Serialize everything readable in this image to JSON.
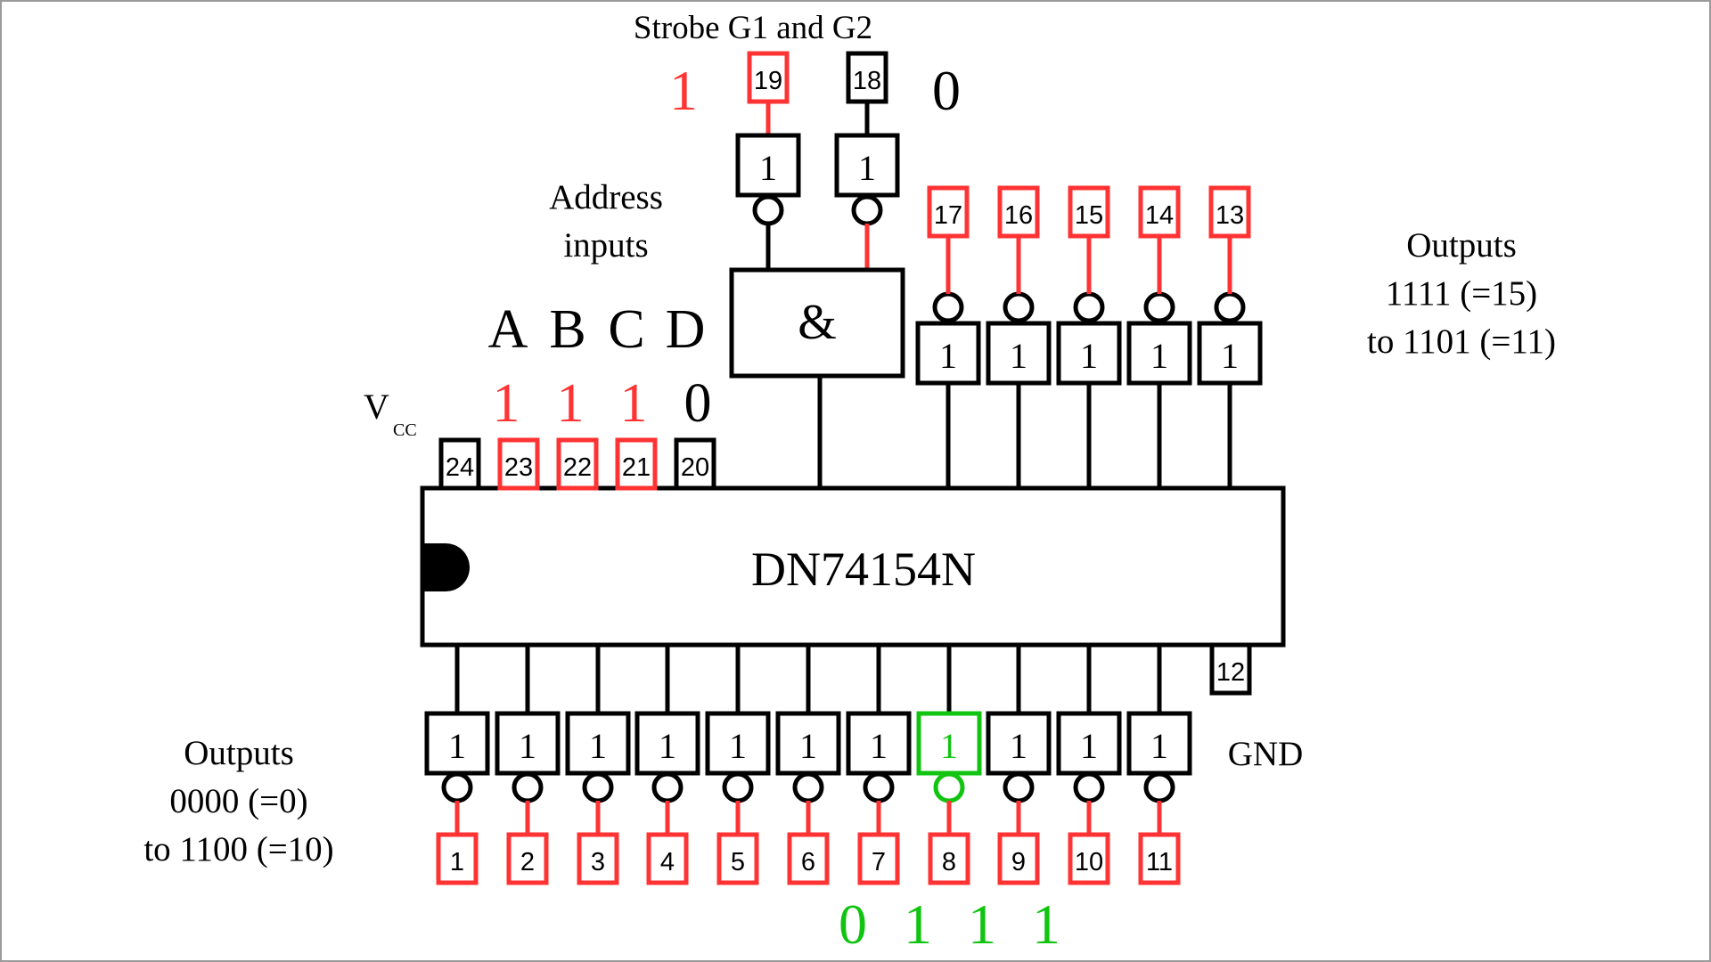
{
  "colors": {
    "active_red": "#ff3333",
    "selected_green": "#11c411",
    "line_black": "#000000",
    "frame_gray": "#9a9a9a"
  },
  "labels": {
    "strobe_title": "Strobe G1  and G2",
    "strobe_g1_value": "1",
    "strobe_g2_value": "0",
    "address_line1": "Address",
    "address_line2": "inputs",
    "address_letters": [
      "A",
      "B",
      "C",
      "D"
    ],
    "address_values": [
      "1",
      "1",
      "1",
      "0"
    ],
    "vcc_main": "V",
    "vcc_sub": "CC",
    "gnd": "GND",
    "chip_name": "DN74154N",
    "and_symbol": "&",
    "not_symbol": "1",
    "outputs_right": [
      "Outputs",
      "1111 (=15)",
      "to 1101 (=11)"
    ],
    "outputs_left": [
      "Outputs",
      "0000 (=0)",
      "to 1100 (=10)"
    ],
    "selected_output_code": [
      "0",
      "1",
      "1",
      "1"
    ]
  },
  "pins": {
    "strobe": [
      {
        "number": "19",
        "active": true
      },
      {
        "number": "18",
        "active": false
      }
    ],
    "top_row": [
      {
        "number": "24",
        "active": false,
        "role": "vcc"
      },
      {
        "number": "23",
        "active": true,
        "role": "address-a"
      },
      {
        "number": "22",
        "active": true,
        "role": "address-b"
      },
      {
        "number": "21",
        "active": true,
        "role": "address-c"
      },
      {
        "number": "20",
        "active": false,
        "role": "address-d"
      }
    ],
    "top_outputs": [
      {
        "number": "17",
        "active": true
      },
      {
        "number": "16",
        "active": true
      },
      {
        "number": "15",
        "active": true
      },
      {
        "number": "14",
        "active": true
      },
      {
        "number": "13",
        "active": true
      }
    ],
    "bottom_outputs": [
      {
        "number": "1",
        "active": true,
        "selected": false
      },
      {
        "number": "2",
        "active": true,
        "selected": false
      },
      {
        "number": "3",
        "active": true,
        "selected": false
      },
      {
        "number": "4",
        "active": true,
        "selected": false
      },
      {
        "number": "5",
        "active": true,
        "selected": false
      },
      {
        "number": "6",
        "active": true,
        "selected": false
      },
      {
        "number": "7",
        "active": true,
        "selected": false
      },
      {
        "number": "8",
        "active": true,
        "selected": true
      },
      {
        "number": "9",
        "active": true,
        "selected": false
      },
      {
        "number": "10",
        "active": true,
        "selected": false
      },
      {
        "number": "11",
        "active": true,
        "selected": false
      }
    ],
    "gnd": {
      "number": "12",
      "active": false
    }
  }
}
